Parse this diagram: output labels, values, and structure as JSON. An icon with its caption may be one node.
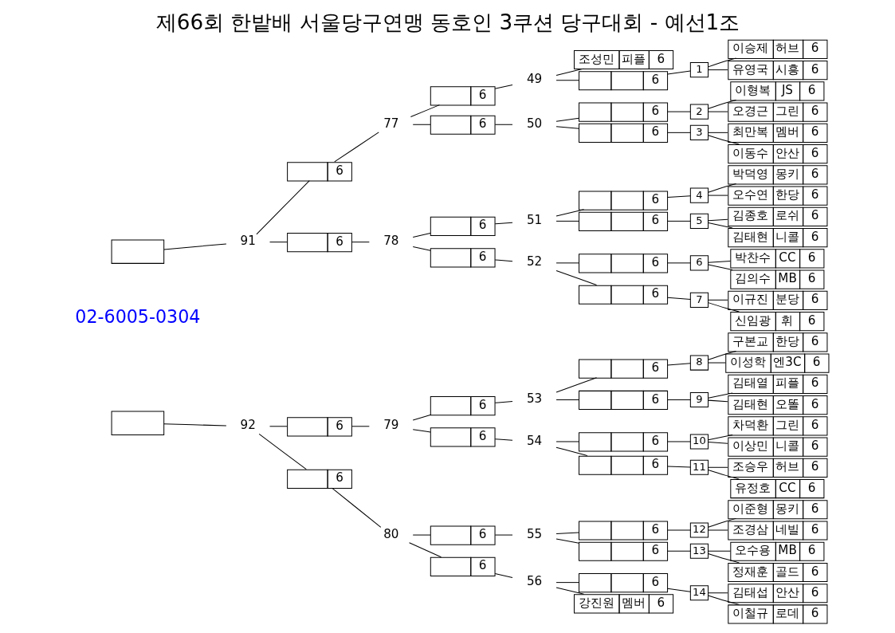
{
  "diagram": {
    "title": "제66회 한밭배 서울당구연맹 동호인 3쿠션 당구대회 - 예선1조",
    "nodes": [
      {
        "text": [],
        "shape": "box"
      },
      {
        "text": [],
        "shape": "box"
      },
      {
        "text": [
          "91"
        ]
      },
      {
        "text": [
          "92"
        ]
      },
      {
        "text": [
          "6"
        ]
      },
      {
        "text": [
          "6"
        ]
      },
      {
        "text": [
          "6"
        ]
      },
      {
        "text": [
          "6"
        ]
      },
      {
        "text": [
          "77"
        ]
      },
      {
        "text": [
          "78"
        ]
      },
      {
        "text": [
          "79"
        ]
      },
      {
        "text": [
          "80"
        ]
      },
      {
        "text": [
          "6"
        ]
      },
      {
        "text": [
          "6"
        ]
      },
      {
        "text": [
          "6"
        ]
      },
      {
        "text": [
          "6"
        ]
      },
      {
        "text": [
          "6"
        ]
      },
      {
        "text": [
          "6"
        ]
      },
      {
        "text": [
          "6"
        ]
      },
      {
        "text": [
          "6"
        ]
      },
      {
        "text": [
          "49"
        ]
      },
      {
        "text": [
          "50"
        ]
      },
      {
        "text": [
          "51"
        ]
      },
      {
        "text": [
          "52"
        ]
      },
      {
        "text": [
          "53"
        ]
      },
      {
        "text": [
          "54"
        ]
      },
      {
        "text": [
          "55"
        ]
      },
      {
        "text": [
          "56"
        ]
      },
      {
        "text": [
          "조성민",
          "피플",
          "6"
        ]
      },
      {
        "text": [
          "6"
        ]
      },
      {
        "text": [
          "6"
        ]
      },
      {
        "text": [
          "6"
        ]
      },
      {
        "text": [
          "6"
        ]
      },
      {
        "text": [
          "6"
        ]
      },
      {
        "text": [
          "6"
        ]
      },
      {
        "text": [
          "6"
        ]
      },
      {
        "text": [
          "6"
        ]
      },
      {
        "text": [
          "6"
        ]
      },
      {
        "text": [
          "6"
        ]
      },
      {
        "text": [
          "6"
        ]
      },
      {
        "text": [
          "6"
        ]
      },
      {
        "text": [
          "6"
        ]
      },
      {
        "text": [
          "6"
        ]
      },
      {
        "text": [
          "강진원",
          "멤버",
          "6"
        ]
      },
      {
        "text": [
          "1"
        ]
      },
      {
        "text": [
          "2"
        ]
      },
      {
        "text": [
          "3"
        ]
      },
      {
        "text": [
          "4"
        ]
      },
      {
        "text": [
          "5"
        ]
      },
      {
        "text": [
          "6"
        ]
      },
      {
        "text": [
          "7"
        ]
      },
      {
        "text": [
          "8"
        ]
      },
      {
        "text": [
          "9"
        ]
      },
      {
        "text": [
          "10"
        ]
      },
      {
        "text": [
          "11"
        ]
      },
      {
        "text": [
          "12"
        ]
      },
      {
        "text": [
          "13"
        ]
      },
      {
        "text": [
          "14"
        ]
      },
      {
        "text": [
          "이승제",
          "허브",
          "6"
        ]
      },
      {
        "text": [
          "유영국",
          "시흥",
          "6"
        ]
      },
      {
        "text": [
          "이형복",
          "JS",
          "6"
        ]
      },
      {
        "text": [
          "오경근",
          "그린",
          "6"
        ]
      },
      {
        "text": [
          "최만복",
          "멤버",
          "6"
        ]
      },
      {
        "text": [
          "이동수",
          "안산",
          "6"
        ]
      },
      {
        "text": [
          "박덕영",
          "몽키",
          "6"
        ]
      },
      {
        "text": [
          "오수연",
          "한당",
          "6"
        ]
      },
      {
        "text": [
          "김종호",
          "로쉬",
          "6"
        ]
      },
      {
        "text": [
          "김태현",
          "니콜",
          "6"
        ]
      },
      {
        "text": [
          "박찬수",
          "CC",
          "6"
        ]
      },
      {
        "text": [
          "김의수",
          "MB",
          "6"
        ]
      },
      {
        "text": [
          "이규진",
          "분당",
          "6"
        ]
      },
      {
        "text": [
          "신임광",
          "휘",
          "6"
        ]
      },
      {
        "text": [
          "구본교",
          "한당",
          "6"
        ]
      },
      {
        "text": [
          "이성학",
          "엔3C",
          "6"
        ]
      },
      {
        "text": [
          "김태열",
          "피플",
          "6"
        ]
      },
      {
        "text": [
          "김태현",
          "오똘",
          "6"
        ]
      },
      {
        "text": [
          "차덕환",
          "그린",
          "6"
        ]
      },
      {
        "text": [
          "이상민",
          "니콜",
          "6"
        ]
      },
      {
        "text": [
          "조승우",
          "허브",
          "6"
        ]
      },
      {
        "text": [
          "유정호",
          "CC",
          "6"
        ]
      },
      {
        "text": [
          "이준형",
          "몽키",
          "6"
        ]
      },
      {
        "text": [
          "조경삼",
          "네빌",
          "6"
        ]
      },
      {
        "text": [
          "오수용",
          "MB",
          "6"
        ]
      },
      {
        "text": [
          "정재훈",
          "골드",
          "6"
        ]
      },
      {
        "text": [
          "김태섭",
          "안산",
          "6"
        ]
      },
      {
        "text": [
          "이철규",
          "로데",
          "6"
        ]
      }
    ],
    "edges": [
      {
        "from": 0,
        "to": 2,
        "arrow": "none"
      },
      {
        "from": 2,
        "to": 4,
        "arrow": "none"
      },
      {
        "from": 2,
        "to": 5,
        "arrow": "none"
      },
      {
        "from": 1,
        "to": 3,
        "arrow": "none"
      },
      {
        "from": 3,
        "to": 6,
        "arrow": "none"
      },
      {
        "from": 3,
        "to": 7,
        "arrow": "none"
      },
      {
        "from": 4,
        "to": 8,
        "arrow": "none"
      },
      {
        "from": 8,
        "to": 12,
        "arrow": "none"
      },
      {
        "from": 8,
        "to": 13,
        "arrow": "none"
      },
      {
        "from": 5,
        "to": 9,
        "arrow": "none"
      },
      {
        "from": 9,
        "to": 14,
        "arrow": "none"
      },
      {
        "from": 9,
        "to": 15,
        "arrow": "none"
      },
      {
        "from": 6,
        "to": 10,
        "arrow": "none"
      },
      {
        "from": 10,
        "to": 16,
        "arrow": "none"
      },
      {
        "from": 10,
        "to": 17,
        "arrow": "none"
      },
      {
        "from": 7,
        "to": 11,
        "arrow": "none"
      },
      {
        "from": 11,
        "to": 18,
        "arrow": "none"
      },
      {
        "from": 11,
        "to": 19,
        "arrow": "none"
      },
      {
        "from": 12,
        "to": 20,
        "arrow": "none"
      },
      {
        "from": 20,
        "to": 28,
        "arrow": "none"
      },
      {
        "from": 20,
        "to": 29,
        "arrow": "none"
      },
      {
        "from": 13,
        "to": 21,
        "arrow": "none"
      },
      {
        "from": 21,
        "to": 30,
        "arrow": "none"
      },
      {
        "from": 21,
        "to": 31,
        "arrow": "none"
      },
      {
        "from": 14,
        "to": 22,
        "arrow": "none"
      },
      {
        "from": 22,
        "to": 32,
        "arrow": "none"
      },
      {
        "from": 22,
        "to": 33,
        "arrow": "none"
      },
      {
        "from": 15,
        "to": 23,
        "arrow": "none"
      },
      {
        "from": 23,
        "to": 34,
        "arrow": "none"
      },
      {
        "from": 23,
        "to": 35,
        "arrow": "none"
      },
      {
        "from": 16,
        "to": 24,
        "arrow": "none"
      },
      {
        "from": 24,
        "to": 36,
        "arrow": "none"
      },
      {
        "from": 24,
        "to": 37,
        "arrow": "none"
      },
      {
        "from": 17,
        "to": 25,
        "arrow": "none"
      },
      {
        "from": 25,
        "to": 38,
        "arrow": "none"
      },
      {
        "from": 25,
        "to": 39,
        "arrow": "none"
      },
      {
        "from": 18,
        "to": 26,
        "arrow": "none"
      },
      {
        "from": 26,
        "to": 40,
        "arrow": "none"
      },
      {
        "from": 26,
        "to": 41,
        "arrow": "none"
      },
      {
        "from": 19,
        "to": 27,
        "arrow": "none"
      },
      {
        "from": 27,
        "to": 42,
        "arrow": "none"
      },
      {
        "from": 27,
        "to": 43,
        "arrow": "none"
      },
      {
        "from": 29,
        "to": 44,
        "arrow": "none"
      },
      {
        "from": 44,
        "to": 58,
        "arrow": "none"
      },
      {
        "from": 44,
        "to": 59,
        "arrow": "none"
      },
      {
        "from": 30,
        "to": 45,
        "arrow": "none"
      },
      {
        "from": 45,
        "to": 60,
        "arrow": "none"
      },
      {
        "from": 45,
        "to": 61,
        "arrow": "none"
      },
      {
        "from": 31,
        "to": 46,
        "arrow": "none"
      },
      {
        "from": 46,
        "to": 62,
        "arrow": "none"
      },
      {
        "from": 46,
        "to": 63,
        "arrow": "none"
      },
      {
        "from": 32,
        "to": 47,
        "arrow": "none"
      },
      {
        "from": 47,
        "to": 64,
        "arrow": "none"
      },
      {
        "from": 47,
        "to": 65,
        "arrow": "none"
      },
      {
        "from": 33,
        "to": 48,
        "arrow": "none"
      },
      {
        "from": 48,
        "to": 66,
        "arrow": "none"
      },
      {
        "from": 48,
        "to": 67,
        "arrow": "none"
      },
      {
        "from": 34,
        "to": 49,
        "arrow": "none"
      },
      {
        "from": 49,
        "to": 68,
        "arrow": "none"
      },
      {
        "from": 49,
        "to": 69,
        "arrow": "none"
      },
      {
        "from": 35,
        "to": 50,
        "arrow": "none"
      },
      {
        "from": 50,
        "to": 70,
        "arrow": "none"
      },
      {
        "from": 50,
        "to": 71,
        "arrow": "none"
      },
      {
        "from": 36,
        "to": 51,
        "arrow": "none"
      },
      {
        "from": 51,
        "to": 72,
        "arrow": "none"
      },
      {
        "from": 51,
        "to": 73,
        "arrow": "none"
      },
      {
        "from": 37,
        "to": 52,
        "arrow": "none"
      },
      {
        "from": 52,
        "to": 74,
        "arrow": "none"
      },
      {
        "from": 52,
        "to": 75,
        "arrow": "none"
      },
      {
        "from": 38,
        "to": 53,
        "arrow": "none"
      },
      {
        "from": 53,
        "to": 76,
        "arrow": "none"
      },
      {
        "from": 53,
        "to": 77,
        "arrow": "none"
      },
      {
        "from": 39,
        "to": 54,
        "arrow": "none"
      },
      {
        "from": 54,
        "to": 78,
        "arrow": "none"
      },
      {
        "from": 54,
        "to": 79,
        "arrow": "none"
      },
      {
        "from": 40,
        "to": 55,
        "arrow": "none"
      },
      {
        "from": 55,
        "to": 80,
        "arrow": "none"
      },
      {
        "from": 55,
        "to": 81,
        "arrow": "none"
      },
      {
        "from": 41,
        "to": 56,
        "arrow": "none"
      },
      {
        "from": 56,
        "to": 82,
        "arrow": "none"
      },
      {
        "from": 56,
        "to": 83,
        "arrow": "none"
      },
      {
        "from": 42,
        "to": 57,
        "arrow": "none"
      },
      {
        "from": 57,
        "to": 84,
        "arrow": "none"
      },
      {
        "from": 57,
        "to": 85,
        "arrow": "none"
      }
    ],
    "labels": [
      "02-6005-0304"
    ]
  }
}
